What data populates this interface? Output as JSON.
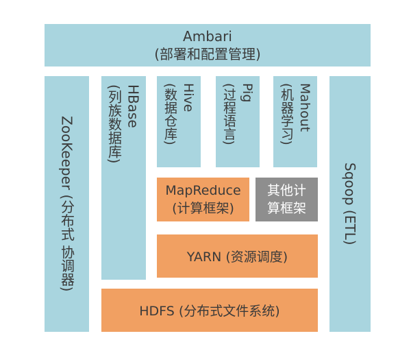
{
  "colors": {
    "management_blue": "#a9d5df",
    "engine_orange": "#f1a062",
    "other_gray": "#8e8e8e"
  },
  "ambari": {
    "name": "Ambari",
    "desc": "(部署和配置管理)"
  },
  "zookeeper": {
    "text": "ZooKeeper (分布式 协调器)"
  },
  "hbase": {
    "name": "HBase",
    "desc": "(列族数据库)"
  },
  "hive": {
    "name": "Hive",
    "desc": "(数据仓库)"
  },
  "pig": {
    "name": "Pig",
    "desc": "(过程语言)"
  },
  "mahout": {
    "name": "Mahout",
    "desc": "(机器学习)"
  },
  "sqoop": {
    "text": "Sqoop (ETL)"
  },
  "mapreduce": {
    "name": "MapReduce",
    "desc": "(计算框架)"
  },
  "other": {
    "line1": "其他计",
    "line2": "算框架"
  },
  "yarn": {
    "text": "YARN (资源调度)"
  },
  "hdfs": {
    "text": "HDFS (分布式文件系统)"
  }
}
